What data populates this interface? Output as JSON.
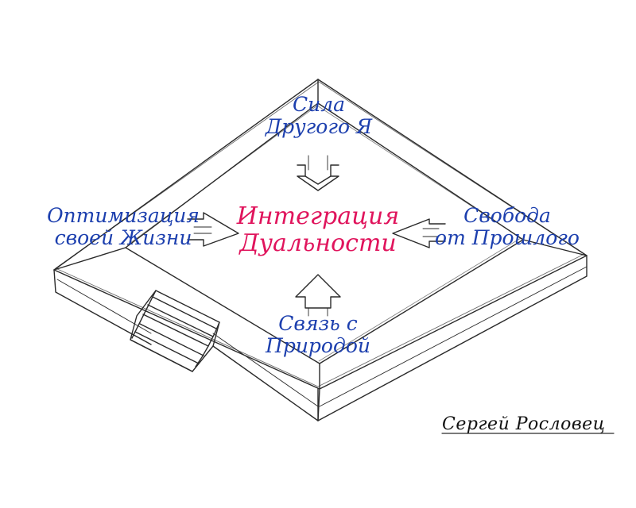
{
  "diagram": {
    "center": {
      "line1": "Интеграция",
      "line2": "Дуальности"
    },
    "top": {
      "line1": "Сила",
      "line2": "Другого Я"
    },
    "left": {
      "line1": "Оптимизация",
      "line2": "своей Жизни"
    },
    "right": {
      "line1": "Свобода",
      "line2": "от Прошлого"
    },
    "bottom": {
      "line1": "Связь с",
      "line2": "Природой"
    }
  },
  "signature": "Сергей Рословец",
  "colors": {
    "center_text": "#e0145c",
    "side_text": "#1c3fae",
    "sketch_line": "#2a2a2a"
  }
}
